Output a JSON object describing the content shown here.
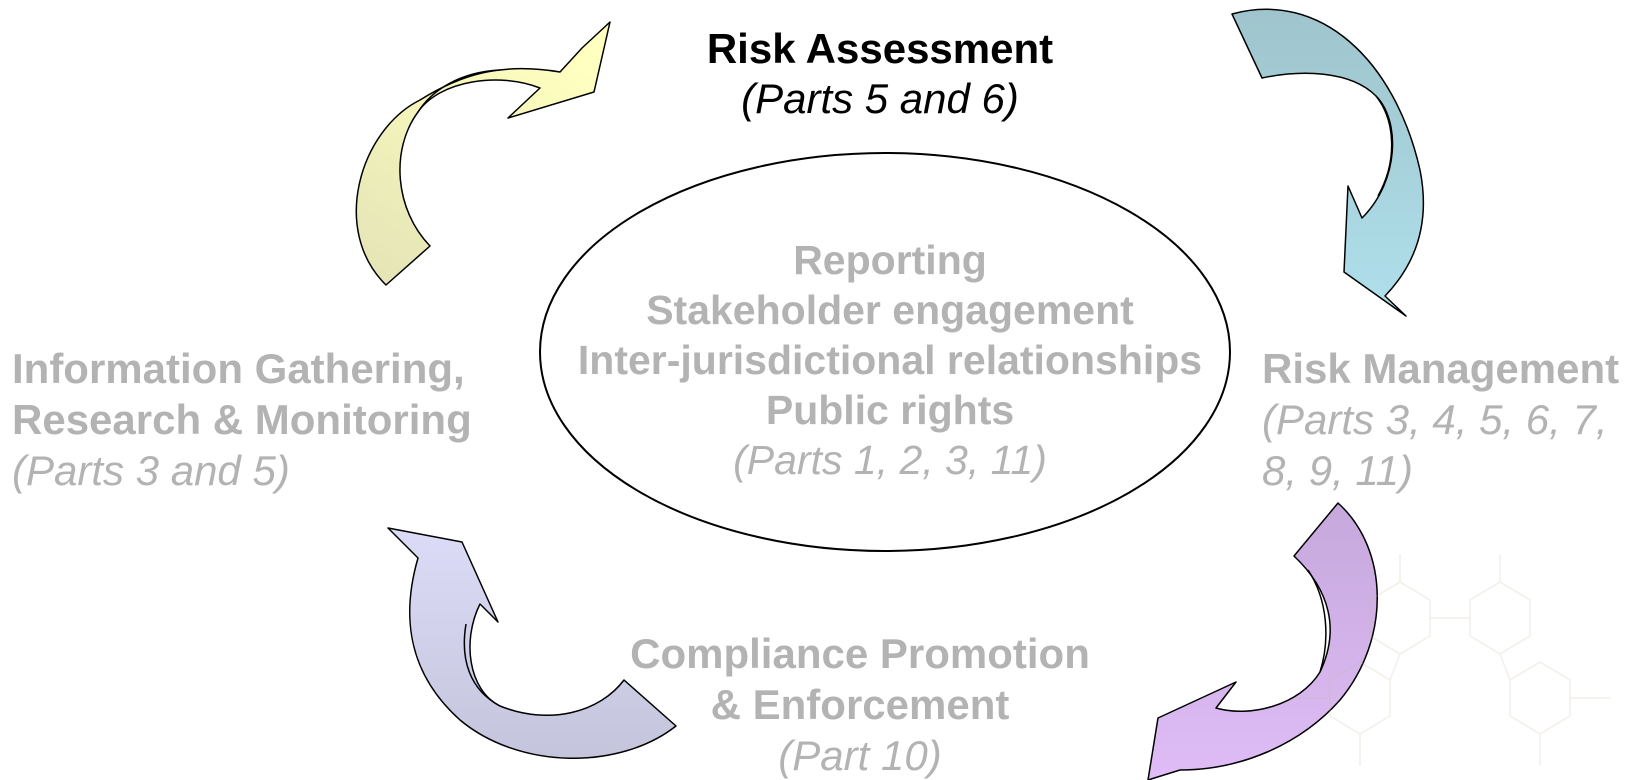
{
  "stages": {
    "risk_assessment": {
      "title": "Risk Assessment",
      "parts": "(Parts 5 and 6)",
      "active": true
    },
    "info_gathering": {
      "title_line1": "Information Gathering,",
      "title_line2": "Research & Monitoring",
      "parts": "(Parts 3 and 5)",
      "active": false
    },
    "risk_management": {
      "title": "Risk Management",
      "parts_line1": "(Parts 3, 4, 5, 6, 7,",
      "parts_line2": "8, 9, 11)",
      "active": false
    },
    "compliance": {
      "title_line1": "Compliance Promotion",
      "title_line2": "& Enforcement",
      "parts": "(Part 10)",
      "active": false
    }
  },
  "center": {
    "items": [
      "Reporting",
      "Stakeholder engagement",
      "Inter-jurisdictional relationships",
      "Public rights"
    ],
    "parts": "(Parts 1, 2, 3, 11)"
  },
  "colors": {
    "active_text": "#000000",
    "faded_text": "#b3b3b3",
    "arrow_yellow": "#ffffc0",
    "arrow_teal": "#a9d8e0",
    "arrow_purple": "#d9b8ee",
    "arrow_lavender": "#d8d8f4",
    "outline": "#000000"
  },
  "arrows": [
    {
      "name": "arrow-yellow-icon",
      "from": "info_gathering",
      "to": "risk_assessment"
    },
    {
      "name": "arrow-teal-icon",
      "from": "risk_assessment",
      "to": "risk_management"
    },
    {
      "name": "arrow-purple-icon",
      "from": "risk_management",
      "to": "compliance"
    },
    {
      "name": "arrow-lavender-icon",
      "from": "compliance",
      "to": "info_gathering"
    }
  ]
}
